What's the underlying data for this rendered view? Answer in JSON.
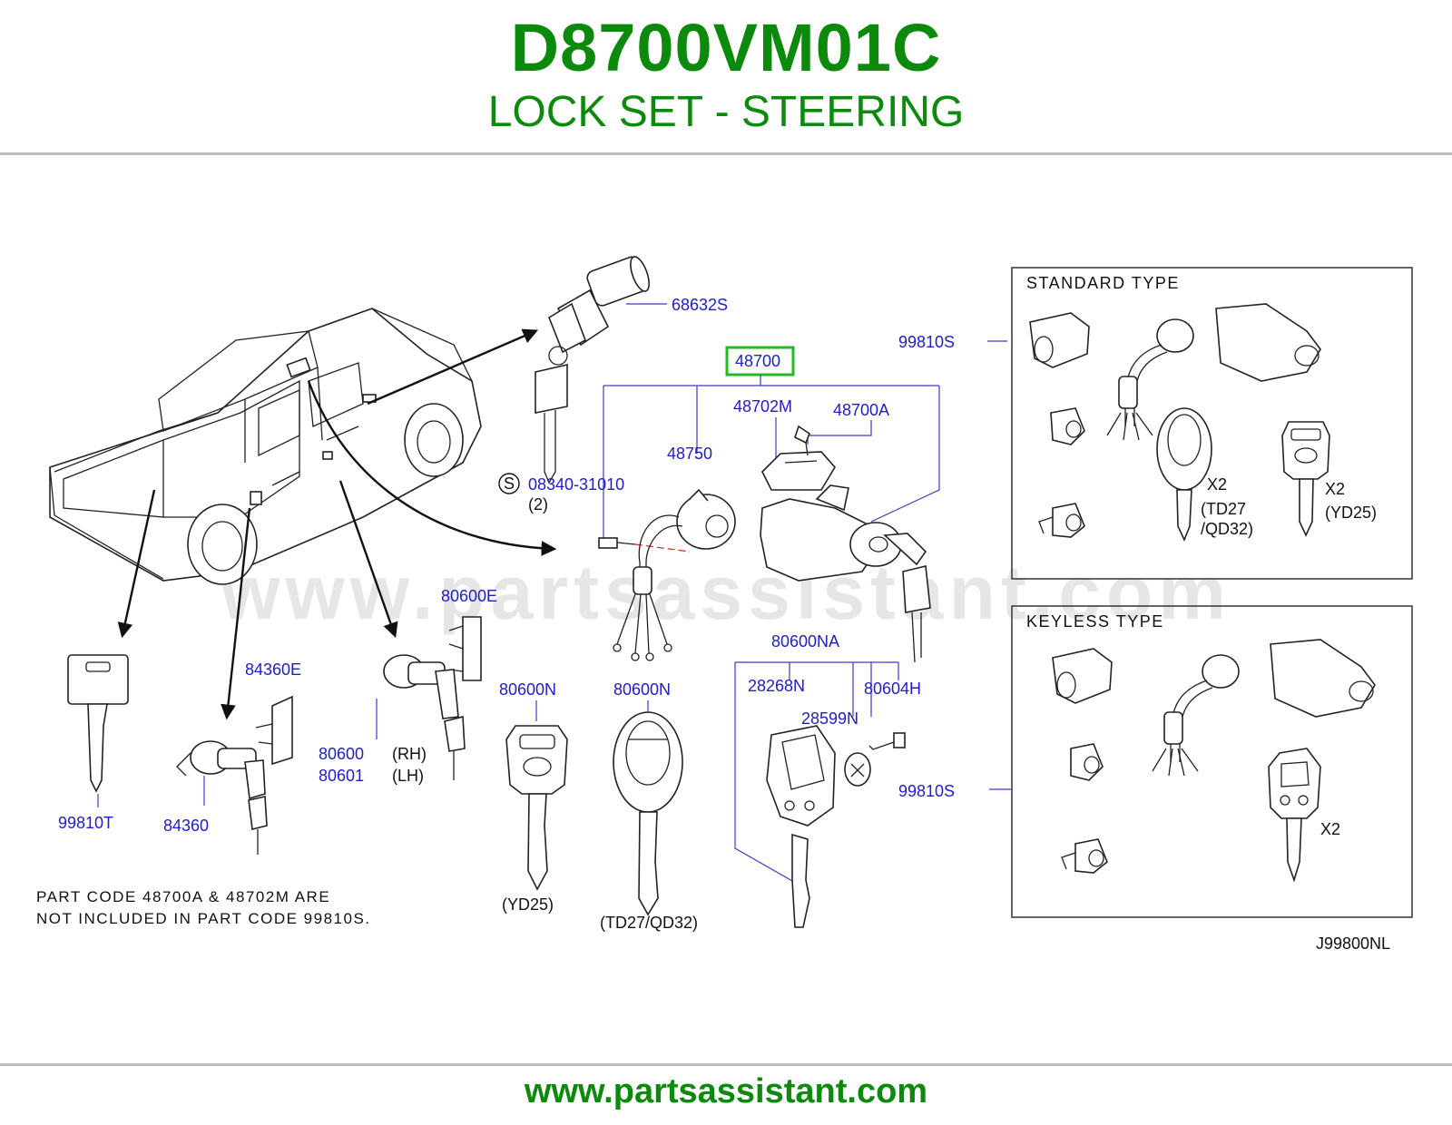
{
  "header": {
    "code": "D8700VM01C",
    "title": "LOCK SET - STEERING"
  },
  "watermark": "www.partsassistant.com",
  "footer": {
    "url": "www.partsassistant.com"
  },
  "diagram_ref": "J99800NL",
  "highlight_color": "#22bb22",
  "title_color": "#0b8a0b",
  "label_color": "#1e1ec8",
  "parts": {
    "p68632S": "68632S",
    "p48700": "48700",
    "p48702M": "48702M",
    "p48700A": "48700A",
    "p48750": "48750",
    "p08340": "08340-31010",
    "qty2": "(2)",
    "s_mark": "S",
    "p99810S_std": "99810S",
    "p99810S_key": "99810S",
    "p80600E": "80600E",
    "p84360E": "84360E",
    "p80600": "80600",
    "p80601": "80601",
    "rh": "(RH)",
    "lh": "(LH)",
    "p80600N_a": "80600N",
    "p80600N_b": "80600N",
    "p80600NA": "80600NA",
    "p28268N": "28268N",
    "p80604H": "80604H",
    "p28599N": "28599N",
    "p99810T": "99810T",
    "p84360": "84360"
  },
  "captions": {
    "yd25": "(YD25)",
    "td27qd32": "(TD27/QD32)"
  },
  "note": {
    "line1": "PART CODE 48700A & 48702M ARE",
    "line2": "NOT INCLUDED IN PART CODE 99810S."
  },
  "standard_box": {
    "title": "STANDARD TYPE",
    "x2_a": "X2",
    "x2_b": "X2",
    "td27": "(TD27",
    "qd32": "/QD32)",
    "yd25": "(YD25)"
  },
  "keyless_box": {
    "title": "KEYLESS TYPE",
    "x2": "X2"
  }
}
